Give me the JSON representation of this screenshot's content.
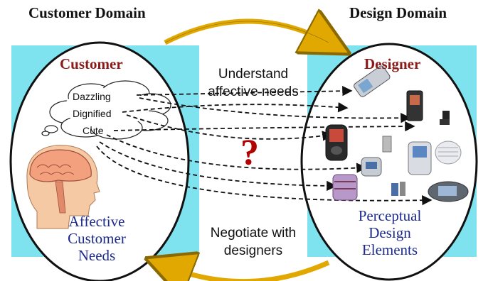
{
  "titles": {
    "customer_domain": "Customer Domain",
    "design_domain": "Design Domain"
  },
  "center": {
    "top_text_line1": "Understand",
    "top_text_line2": "affective needs",
    "question_mark": "?",
    "bottom_text_line1": "Negotiate with",
    "bottom_text_line2": "designers"
  },
  "customer": {
    "label": "Customer",
    "words": [
      "Dazzling",
      "Dignified",
      "Cute"
    ],
    "caption_line1": "Affective",
    "caption_line2": "Customer",
    "caption_line3": "Needs"
  },
  "designer": {
    "label": "Designer",
    "caption_line1": "Perceptual",
    "caption_line2": "Design",
    "caption_line3": "Elements"
  },
  "colors": {
    "background_band": "#7fe3ef",
    "arrow_gold": "#e0a800",
    "role_red": "#8b1a1a",
    "caption_blue": "#1c2a8c",
    "question_red": "#b30000"
  }
}
